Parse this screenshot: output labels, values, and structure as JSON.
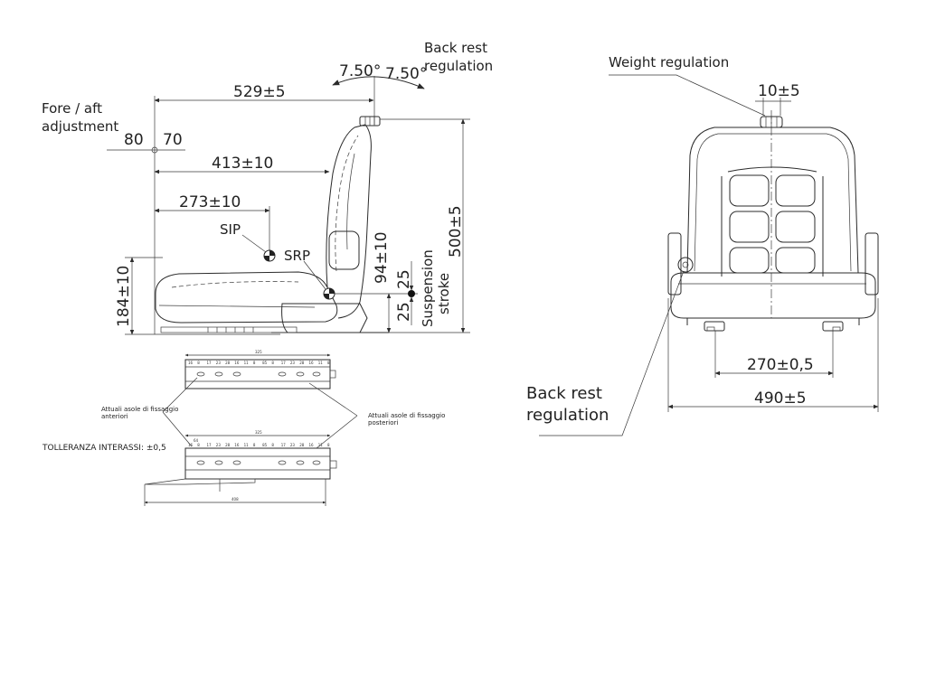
{
  "side_view": {
    "backrest_regulation_label": [
      "Back rest",
      "regulation"
    ],
    "angle_left": "7.50°",
    "angle_right": "7.50°",
    "fore_aft_label": [
      "Fore / aft",
      "adjustment"
    ],
    "fore_travel": "80",
    "aft_travel": "70",
    "dim_overall_length": "529±5",
    "dim_to_srp": "413±10",
    "dim_to_sip": "273±10",
    "sip_label": "SIP",
    "srp_label": "SRP",
    "dim_height": "500±5",
    "dim_srp_height": "94±10",
    "dim_seat_height": "184±10",
    "stroke_up": "25",
    "stroke_down": "25",
    "suspension_stroke_label": [
      "Suspension",
      "stroke"
    ]
  },
  "front_view": {
    "weight_regulation_label": "Weight regulation",
    "dim_knob": "10±5",
    "dim_mounting": "270±0,5",
    "dim_width": "490±5",
    "backrest_regulation_label": [
      "Back rest",
      "regulation"
    ]
  },
  "rails_detail": {
    "front_holes_label": [
      "Attuali asole di fissaggio",
      "anteriori"
    ],
    "rear_holes_label": [
      "Attuali asole di fissaggio",
      "posteriori"
    ],
    "tolerance_label": "TOLLERANZA INTERASSI: ±0,5",
    "top_rail_length": "325",
    "bottom_rail_length": "325",
    "overall_length": "408",
    "top_rail_ticks": [
      "16",
      "8",
      "17",
      "23",
      "28",
      "16",
      "11",
      "8",
      "85",
      "8",
      "17",
      "23",
      "28",
      "16",
      "11",
      "8"
    ],
    "bottom_rail_ticks": [
      "16",
      "8",
      "17",
      "23",
      "28",
      "16",
      "11",
      "8",
      "85",
      "8",
      "17",
      "23",
      "28",
      "16",
      "11",
      "8"
    ],
    "bottom_rail_offset": "64"
  },
  "colors": {
    "line": "#2b2b2b",
    "background": "#ffffff"
  }
}
